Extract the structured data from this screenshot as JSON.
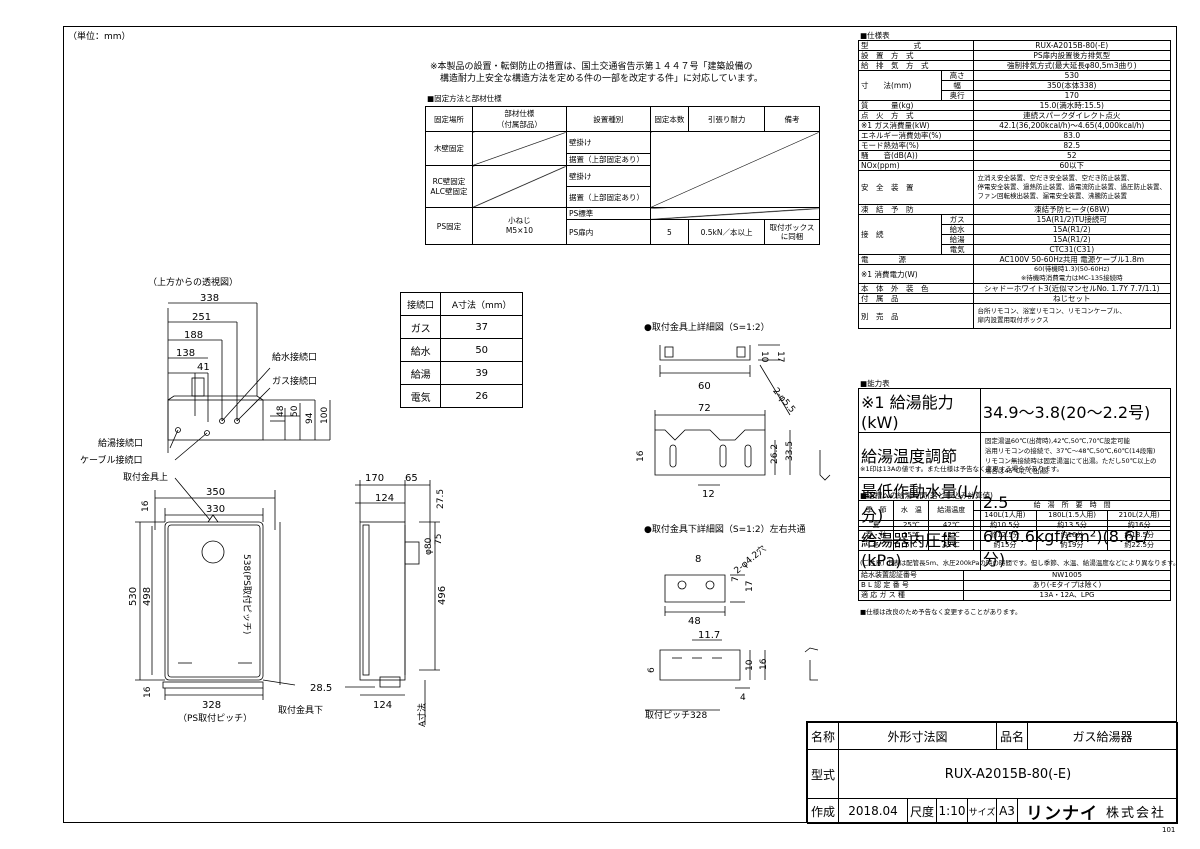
{
  "header": {
    "unit": "（単位：mm）",
    "note_line1": "※本製品の設置・転倒防止の措置は、国土交通省告示第１４４７号「建築設備の",
    "note_line2": "構造耐力上安全な構造方法を定める件の一部を改定する件」に対応しています。"
  },
  "fixing": {
    "title": "■固定方法と部材仕様",
    "headers": [
      "固定場所",
      "部材仕様\n（付属部品）",
      "設置種別",
      "固定本数",
      "引張り耐力",
      "備考"
    ],
    "rows": [
      {
        "place": "木壁固定",
        "types": [
          "壁掛け",
          "据置（上部固定あり）"
        ]
      },
      {
        "place": "RC壁固定\nALC壁固定",
        "types": [
          "壁掛け",
          "据置（上部固定あり）"
        ]
      },
      {
        "place": "PS固定",
        "spec": "小ねじ\nM5×10",
        "types": [
          "PS標準",
          "PS扉内"
        ],
        "count": "5",
        "strength": "0.5kN／本以上",
        "note": "取付ボックス\nに同梱"
      }
    ]
  },
  "top_view": {
    "title": "（上方からの透視図）",
    "dims": [
      "338",
      "251",
      "188",
      "138",
      "41"
    ],
    "vdims": [
      "48",
      "50",
      "94",
      "100"
    ],
    "labels": [
      "給水接続口",
      "ガス接続口",
      "給湯接続口",
      "ケーブル接続口"
    ]
  },
  "a_table": {
    "headers": [
      "接続口",
      "A寸法（mm）"
    ],
    "rows": [
      [
        "ガス",
        "37"
      ],
      [
        "給水",
        "50"
      ],
      [
        "給湯",
        "39"
      ],
      [
        "電気",
        "26"
      ]
    ]
  },
  "front_view": {
    "label_top": "取付金具上",
    "label_bottom": "取付金具下",
    "pitch": "（PS取付ピッチ）",
    "dims": [
      "350",
      "330",
      "16",
      "530",
      "498",
      "538(PS取付ピッチ)",
      "16",
      "328"
    ]
  },
  "side_view": {
    "dims": [
      "170",
      "65",
      "124",
      "27.5",
      "φ80",
      "75",
      "496",
      "28.5",
      "124",
      "A寸法"
    ]
  },
  "bracket_top": {
    "title": "●取付金具上詳細図（S=1:2）",
    "dims": [
      "10",
      "17",
      "60",
      "2-φ5.5",
      "72",
      "16",
      "26.2",
      "33.5",
      "12"
    ]
  },
  "bracket_bottom": {
    "title": "●取付金具下詳細図（S=1:2）左右共通",
    "dims": [
      "8",
      "2-φ4.2穴",
      "7",
      "17",
      "48",
      "11.7",
      "6",
      "10",
      "16",
      "4",
      "取付ピッチ328"
    ]
  },
  "spec": {
    "title": "■仕様表",
    "rows": [
      {
        "label": "型　　　　　　式",
        "value": "RUX-A2015B-80(-E)"
      },
      {
        "label": "設　置　方　式",
        "value": "PS扉内設置後方排気型"
      },
      {
        "label": "給　排　気　方　式",
        "value": "強制排気方式(最大延長φ80,5m3曲り)"
      },
      {
        "label": "寸　　法(mm)",
        "sub": "高さ",
        "value": "530"
      },
      {
        "label": "",
        "sub": "幅",
        "value": "350(本体338)"
      },
      {
        "label": "",
        "sub": "奥行",
        "value": "170"
      },
      {
        "label": "質　　　量(kg)",
        "value": "15.0(満水時:15.5)"
      },
      {
        "label": "点　火　方　式",
        "value": "連続スパークダイレクト点火"
      },
      {
        "label": "※1 ガス消費量(kW)",
        "value": "42.1(36,200kcal/h)～4.65(4,000kcal/h)"
      },
      {
        "label": "エネルギー消費効率(%)",
        "value": "83.0"
      },
      {
        "label": "モード熱効率(%)",
        "value": "82.5"
      },
      {
        "label": "騒　　音(dB(A))",
        "value": "52"
      },
      {
        "label": "NOx(ppm)",
        "value": "60以下"
      },
      {
        "label": "安　全　装　置",
        "value": "立消え安全装置、空だき安全装置、空だき防止装置、\n停電安全装置、過熱防止装置、過電流防止装置、過圧防止装置、\nファン回転検出装置、漏電安全装置、沸騰防止装置",
        "tall": true
      },
      {
        "label": "凍　結　予　防",
        "value": "凍結予防ヒータ(68W)"
      },
      {
        "label": "接　続",
        "sub": "ガス",
        "value": "15A(R1/2)TU接続可"
      },
      {
        "label": "",
        "sub": "給水",
        "value": "15A(R1/2)"
      },
      {
        "label": "",
        "sub": "給湯",
        "value": "15A(R1/2)"
      },
      {
        "label": "",
        "sub": "電気",
        "value": "CTC31(C31)"
      },
      {
        "label": "電　　　　源",
        "value": "AC100V 50-60Hz共用 電源ケーブル1.8m"
      },
      {
        "label": "※1 消費電力(W)",
        "value": "60(待機時1.3)(50-60Hz)\n※待機時消費電力はMC-135接続時"
      },
      {
        "label": "本　体　外　装　色",
        "value": "シャドーホワイト3(近似マンセルNo. 1.7Y 7.7/1.1)"
      },
      {
        "label": "付　属　品",
        "value": "ねじセット"
      },
      {
        "label": "別　売　品",
        "value": "台所リモコン、浴室リモコン、リモコンケーブル、\n扉内設置用取付ボックス",
        "tall": true
      }
    ],
    "perf_title": "■能力表",
    "perf_rows": [
      {
        "label": "※1 給湯能力(kW)",
        "value": "34.9～3.8(20～2.2号)"
      },
      {
        "label": "給湯温度調節",
        "value": "固定湯温60℃(出荷時),42℃,50℃,70℃設定可能\n浴用リモコンの接続で、37℃～48℃,50℃,60℃(14段階)\nリモコン無接続時は固定湯温にて出湯。ただし50℃以上の\n場合は45℃にて出湯。"
      },
      {
        "label": "最低作動水量(L/分)",
        "value": "2.5"
      },
      {
        "label": "給湯器内圧損(kPa)",
        "value": "60(0.6kgf/cm²)(8.6L/分)"
      }
    ],
    "perf_note": "※1印は13Aの値です。また仕様は予告なく変更する場合があります。",
    "bath_title": "■浴槽への給湯時間(落とし込み計算値)",
    "bath_headers": [
      "季　節",
      "水　温",
      "給湯温度",
      "給　湯　所　要　時　間"
    ],
    "bath_sub": [
      "140L(1人用)",
      "180L(1.5人用)",
      "210L(2人用)"
    ],
    "bath_rows": [
      [
        "夏",
        "25℃",
        "42℃",
        "約10.5分",
        "約13.5分",
        "約16分"
      ],
      [
        "春・秋",
        "15℃",
        "42℃",
        "約12.5分",
        "約16分",
        "約18.5分"
      ],
      [
        "冬",
        "5℃",
        "42℃",
        "約15分",
        "約19分",
        "約22.5分"
      ]
    ],
    "bath_note": "(ご注意) 上表は配管長5m、水圧200kPaの時の時間です。但し季節、水温、給湯温度などにより異なります。",
    "cert_rows": [
      [
        "給水装置認証番号",
        "NW1005"
      ],
      [
        "B L 認 定 番 号",
        "あり(-Eタイプは除く)"
      ],
      [
        "適 応 ガ ス 種",
        "13A・12A、LPG"
      ]
    ],
    "cert_note": "■仕様は改良のため予告なく変更することがあります。"
  },
  "title_block": {
    "name_label": "名称",
    "name_value": "外形寸法図",
    "product_label": "品名",
    "product_value": "ガス給湯器",
    "model_label": "型式",
    "model_value": "RUX-A2015B-80(-E)",
    "made_label": "作成",
    "made_value": "2018.04",
    "scale_label": "尺度",
    "scale_value": "1:10",
    "size_label": "サイズ",
    "size_value": "A3",
    "company": "リンナイ",
    "company_suffix": "株式会社"
  },
  "page_no": "101"
}
